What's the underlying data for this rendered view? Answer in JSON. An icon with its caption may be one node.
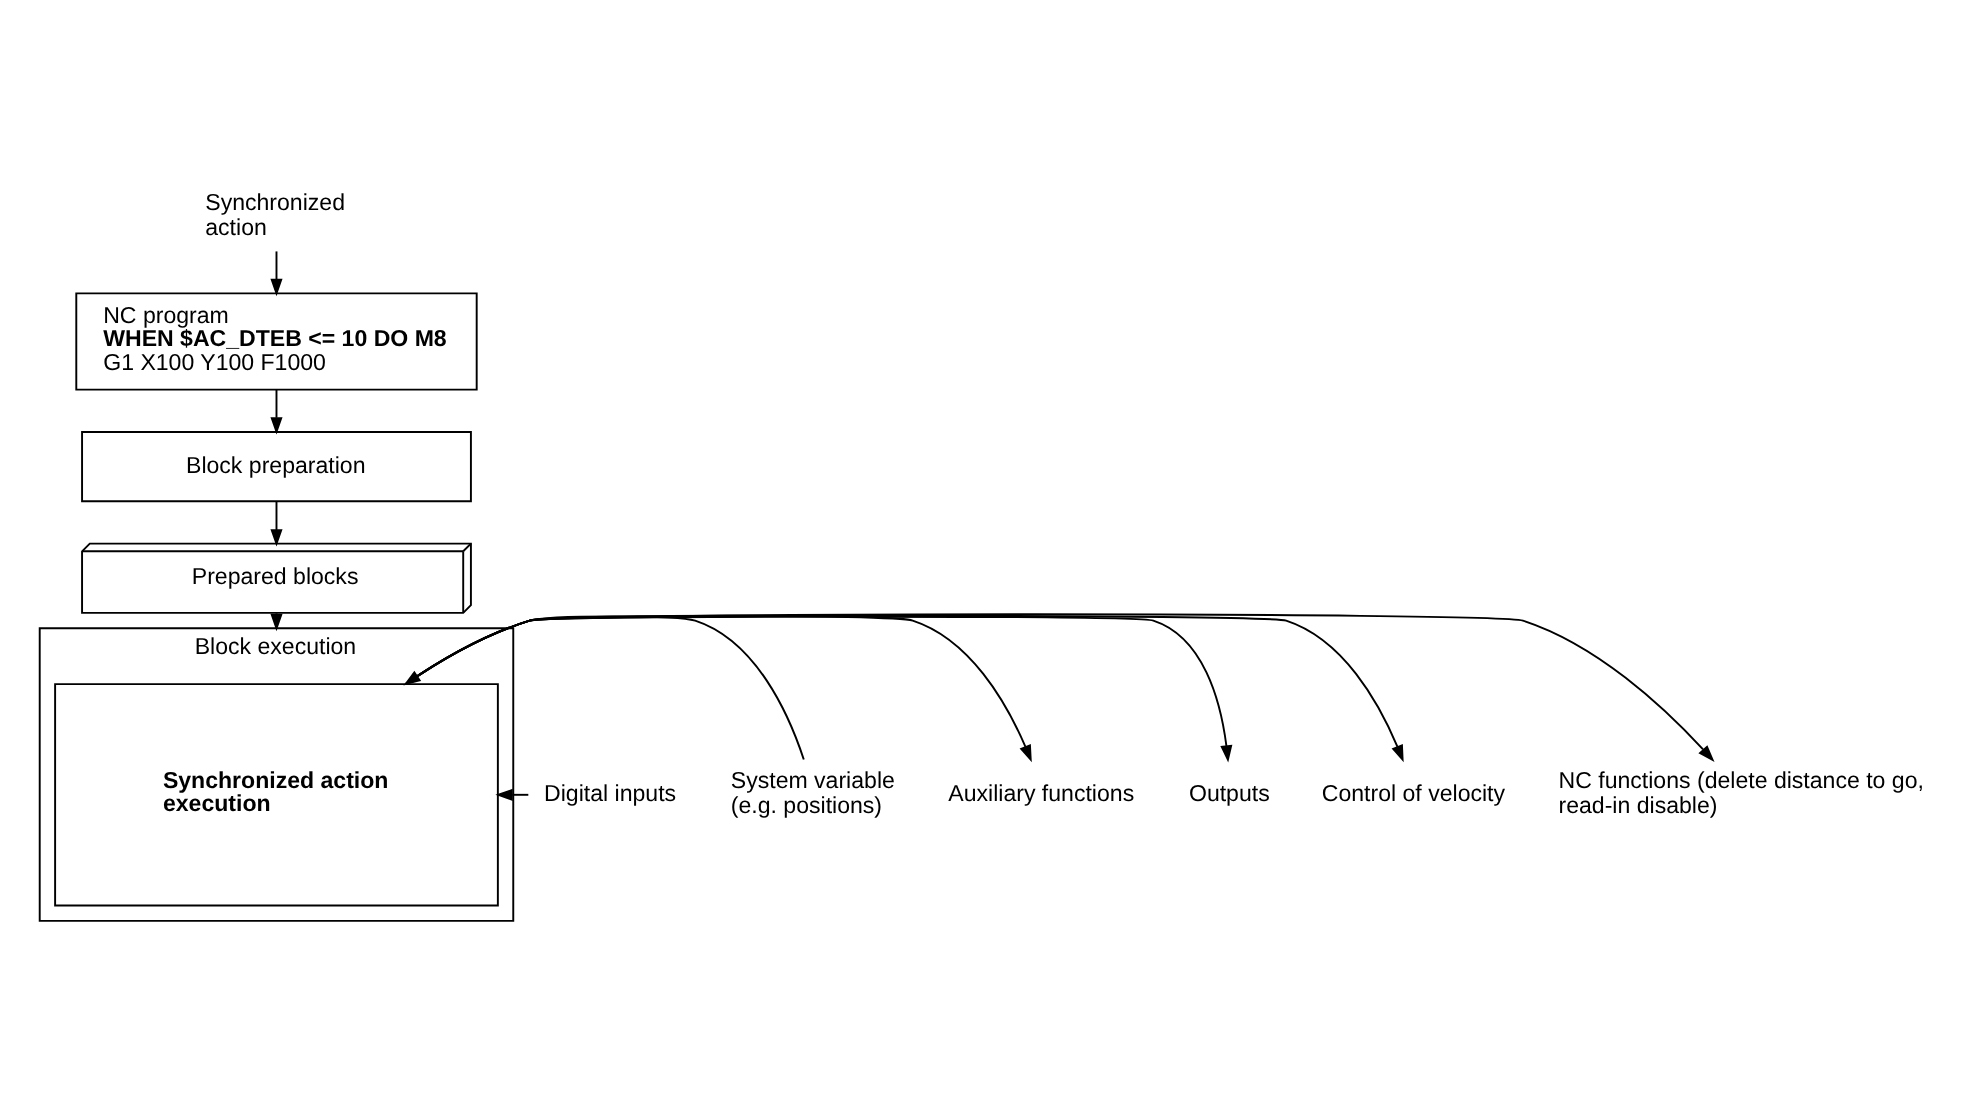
{
  "diagram": {
    "nodes": [
      {
        "text": [
          "Synchronized action"
        ]
      },
      {
        "text": [
          "NC program",
          "WHEN $AC_DTEB <= 10 DO M8",
          "G1 X100 Y100 F1000"
        ]
      },
      {
        "text": [
          "Block preparation"
        ]
      },
      {
        "text": [
          "Prepared blocks"
        ]
      },
      {
        "text": [
          "Block execution"
        ]
      },
      {
        "text": [
          "Synchronized action execution"
        ],
        "in": 4
      },
      {
        "text": [
          "Digital inputs"
        ]
      },
      {
        "text": [
          "System variable (e.g. positions)"
        ]
      },
      {
        "text": [
          "Auxiliary functions"
        ]
      },
      {
        "text": [
          "Outputs"
        ]
      },
      {
        "text": [
          "Control of velocity"
        ]
      },
      {
        "text": [
          "NC functions (delete distance to go, read-in disable)"
        ]
      }
    ],
    "edges": [
      {
        "from": 0,
        "to": 1,
        "arrow": "to"
      },
      {
        "from": 1,
        "to": 2,
        "arrow": "to"
      },
      {
        "from": 2,
        "to": 3,
        "arrow": "to"
      },
      {
        "from": 3,
        "to": 4,
        "arrow": "to"
      },
      {
        "from": 6,
        "to": 5,
        "arrow": "to"
      },
      {
        "from": 7,
        "to": 5,
        "arrow": "to"
      },
      {
        "from": 5,
        "to": 8,
        "arrow": "to"
      },
      {
        "from": 5,
        "to": 9,
        "arrow": "to"
      },
      {
        "from": 5,
        "to": 10,
        "arrow": "to"
      },
      {
        "from": 5,
        "to": 11,
        "arrow": "to"
      }
    ]
  }
}
